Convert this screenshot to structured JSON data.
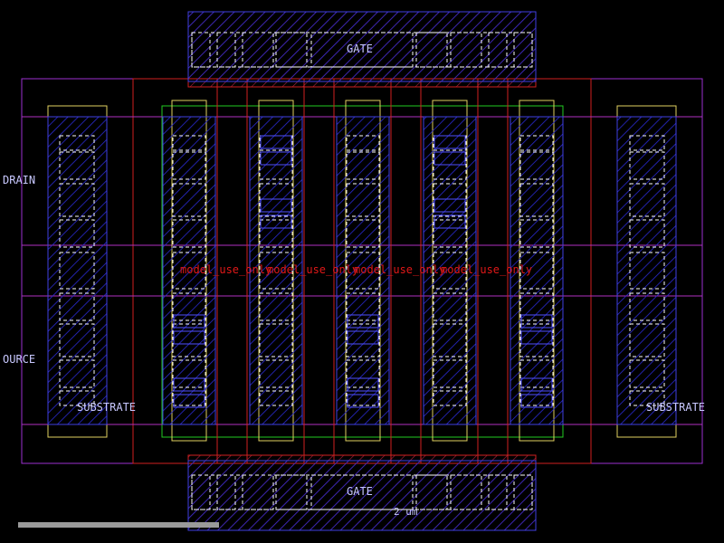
{
  "labels": {
    "gate_top": "GATE",
    "gate_bottom": "GATE",
    "drain": "DRAIN",
    "source": "OURCE",
    "substrate_left": "SUBSTRATE",
    "substrate_right": "SUBSTRATE",
    "model_1": "model_use_only",
    "model_2": "model_use_only",
    "model_3": "model_use_only",
    "model_4": "model_use_only",
    "scale": "2 um"
  },
  "colors": {
    "background": "#000000",
    "metal1": "#8a2be2",
    "poly": "#cc2020",
    "diffusion": "#22cc22",
    "contact_outline": "#ffffff",
    "hatch": "#3333cc",
    "implant": "#e0d060",
    "label_text": "#c8c8ff",
    "model_text": "#e01818"
  }
}
